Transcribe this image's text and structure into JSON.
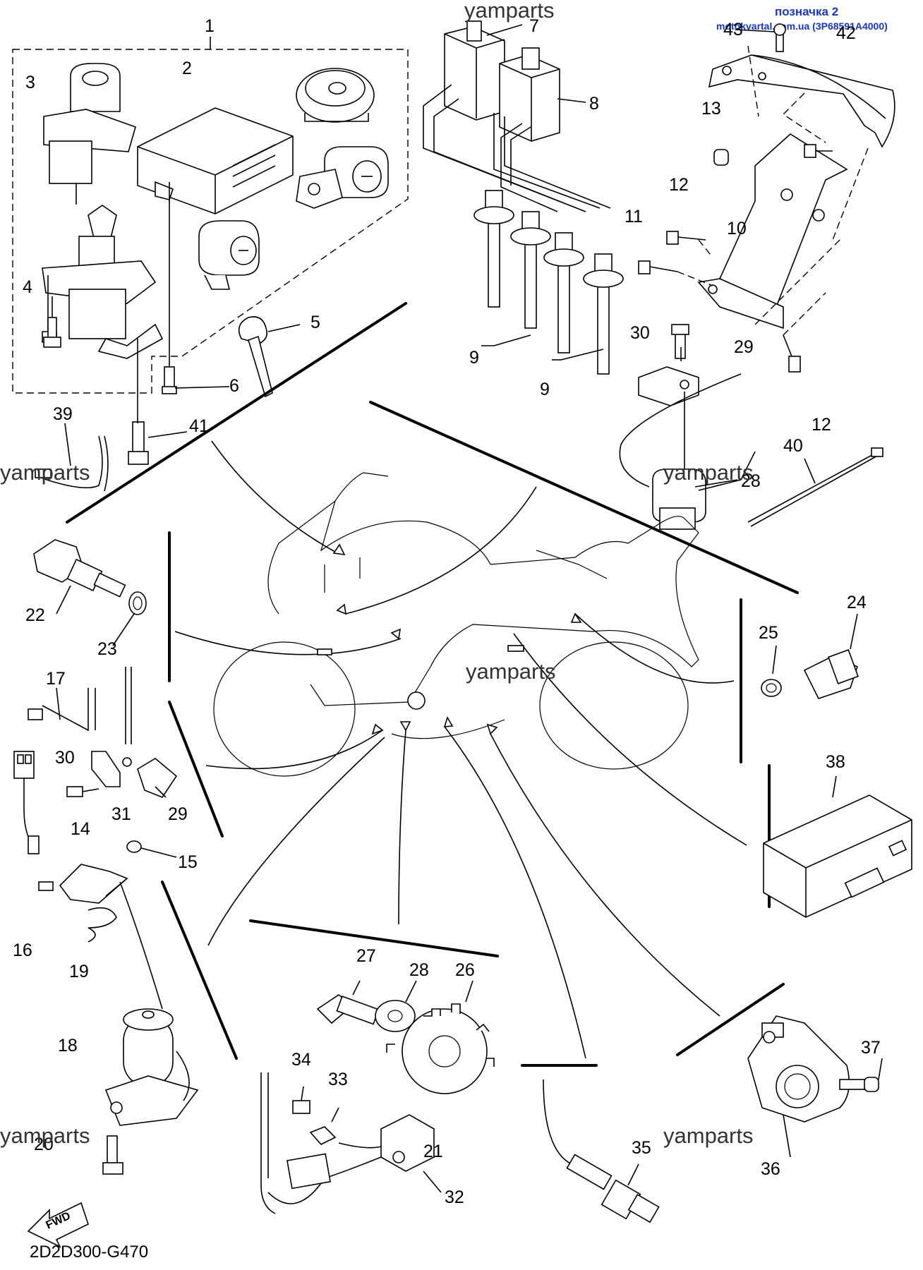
{
  "header": {
    "title": "позначка 2",
    "source_line": "motokvartal.com.ua (3P68591A4000)"
  },
  "watermark": "yamparts",
  "diagram_code": "2D2D300-G470",
  "fwd_label": "FWD",
  "callouts": [
    "1",
    "2",
    "3",
    "4",
    "5",
    "6",
    "7",
    "8",
    "9",
    "9",
    "10",
    "11",
    "12",
    "12",
    "13",
    "14",
    "15",
    "16",
    "17",
    "18",
    "19",
    "20",
    "21",
    "22",
    "23",
    "24",
    "25",
    "26",
    "27",
    "28",
    "28",
    "29",
    "29",
    "30",
    "30",
    "31",
    "32",
    "33",
    "34",
    "35",
    "36",
    "37",
    "38",
    "39",
    "40",
    "41",
    "42",
    "43"
  ],
  "colors": {
    "lines": "#000000",
    "header": "#1a35c9",
    "background": "#ffffff"
  }
}
